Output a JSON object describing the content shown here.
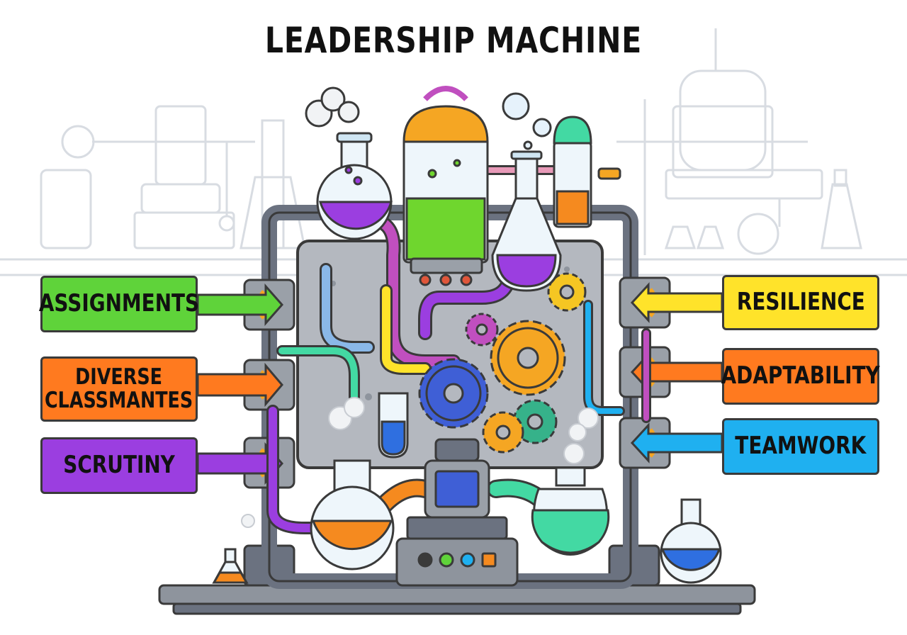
{
  "title": "LEADERSHIP MACHINE",
  "inputs": [
    {
      "label": "ASSIGNMENTS",
      "color": "#5fd33a"
    },
    {
      "label": "DIVERSE\nCLASSMANTES",
      "color": "#ff7a1f"
    },
    {
      "label": "SCRUTINY",
      "color": "#9b3ee0"
    }
  ],
  "outputs": [
    {
      "label": "RESILIENCE",
      "color": "#ffe32a"
    },
    {
      "label": "ADAPTABILITY",
      "color": "#ff7a1f"
    },
    {
      "label": "TEAMWORK",
      "color": "#1fb0f0"
    }
  ],
  "colors": {
    "machine_body": "#b4b8bf",
    "frame": "#6b7280",
    "outline": "#3a3a3a",
    "liquid_green": "#6fd62e",
    "liquid_purple": "#9b3ee0",
    "liquid_orange": "#f58a1f",
    "liquid_blue": "#2f6fe0",
    "liquid_mint": "#43d9a3",
    "gear_orange": "#f5a623",
    "gear_blue": "#3f5fd6",
    "gear_teal": "#36b28a",
    "gear_magenta": "#c04fbf",
    "sketch_background": "#d8dce2"
  }
}
